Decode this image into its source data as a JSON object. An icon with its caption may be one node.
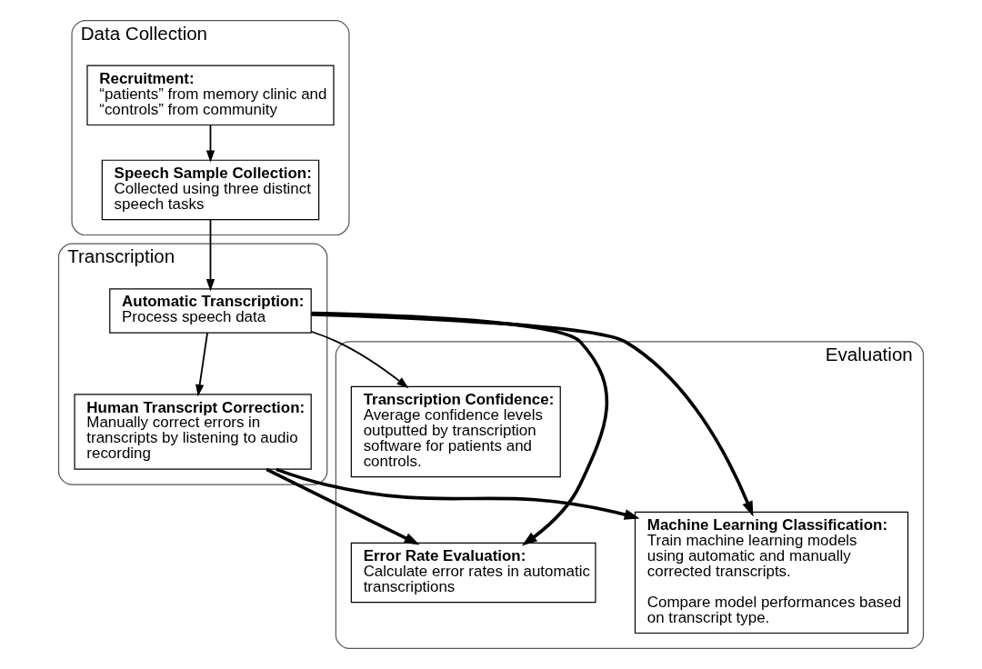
{
  "diagram": {
    "nodes": [
      {
        "text": [
          "Data Collection"
        ]
      },
      {
        "text": [
          "Recruitment:",
          "“patients” from memory clinic and “controls” from community"
        ],
        "in": 0
      },
      {
        "text": [
          "Speech Sample Collection:",
          "Collected using three distinct speech tasks"
        ],
        "in": 0
      },
      {
        "text": [
          "Transcription"
        ]
      },
      {
        "text": [
          "Automatic Transcription:",
          "Process speech data"
        ],
        "in": 3
      },
      {
        "text": [
          "Human Transcript Correction:",
          "Manually correct errors in transcripts by listening to audio recording"
        ],
        "in": 3
      },
      {
        "text": [
          "Evaluation"
        ]
      },
      {
        "text": [
          "Transcription Confidence:",
          "Average confidence levels outputted by transcription software for patients and controls."
        ],
        "in": 6
      },
      {
        "text": [
          "Error Rate Evaluation:",
          "Calculate error rates in automatic transcriptions"
        ],
        "in": 6
      },
      {
        "text": [
          "Machine Learning Classification:",
          "Train machine learning models using automatic and manually corrected transcripts.",
          "Compare model performances based on transcript type."
        ],
        "in": 6
      }
    ],
    "edges": [
      {
        "from": 1,
        "to": 2,
        "arrow": "to"
      },
      {
        "from": 2,
        "to": 4,
        "arrow": "to"
      },
      {
        "from": 4,
        "to": 5,
        "arrow": "to"
      },
      {
        "from": 4,
        "to": 7,
        "arrow": "to"
      },
      {
        "from": 4,
        "to": 8,
        "arrow": "to",
        "style": "thick"
      },
      {
        "from": 4,
        "to": 9,
        "arrow": "to",
        "style": "thick"
      },
      {
        "from": 5,
        "to": 8,
        "arrow": "to",
        "style": "thick"
      },
      {
        "from": 5,
        "to": 9,
        "arrow": "to",
        "style": "thick"
      }
    ]
  }
}
